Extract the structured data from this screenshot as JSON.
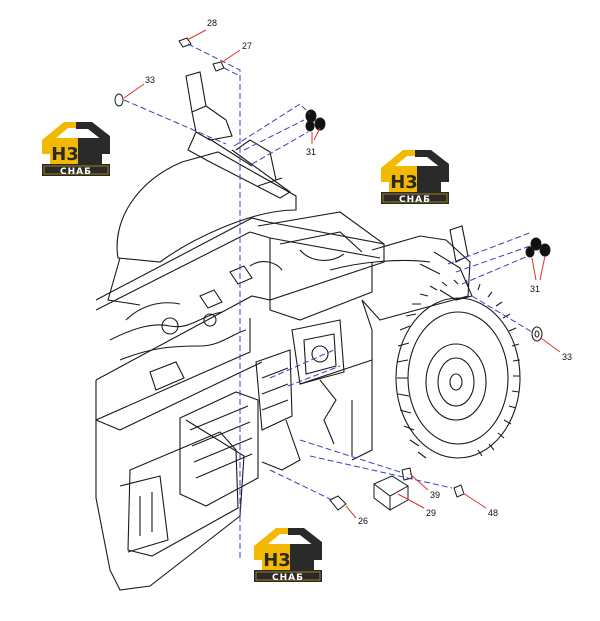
{
  "colors": {
    "line": "#1a1a1a",
    "dash_blue": "#3a3fbf",
    "leader_red": "#e0312b",
    "logo_yellow": "#f3b800",
    "logo_dark": "#2a2a2a"
  },
  "logo": {
    "letters": "H3",
    "word": "СНАБ"
  },
  "callouts": [
    {
      "id": "c28",
      "label": "28"
    },
    {
      "id": "c27",
      "label": "27"
    },
    {
      "id": "c33a",
      "label": "33"
    },
    {
      "id": "c31a",
      "label": "31"
    },
    {
      "id": "c31b",
      "label": "31"
    },
    {
      "id": "c33b",
      "label": "33"
    },
    {
      "id": "c39",
      "label": "39"
    },
    {
      "id": "c29",
      "label": "29"
    },
    {
      "id": "c48",
      "label": "48"
    },
    {
      "id": "c26",
      "label": "26"
    }
  ]
}
